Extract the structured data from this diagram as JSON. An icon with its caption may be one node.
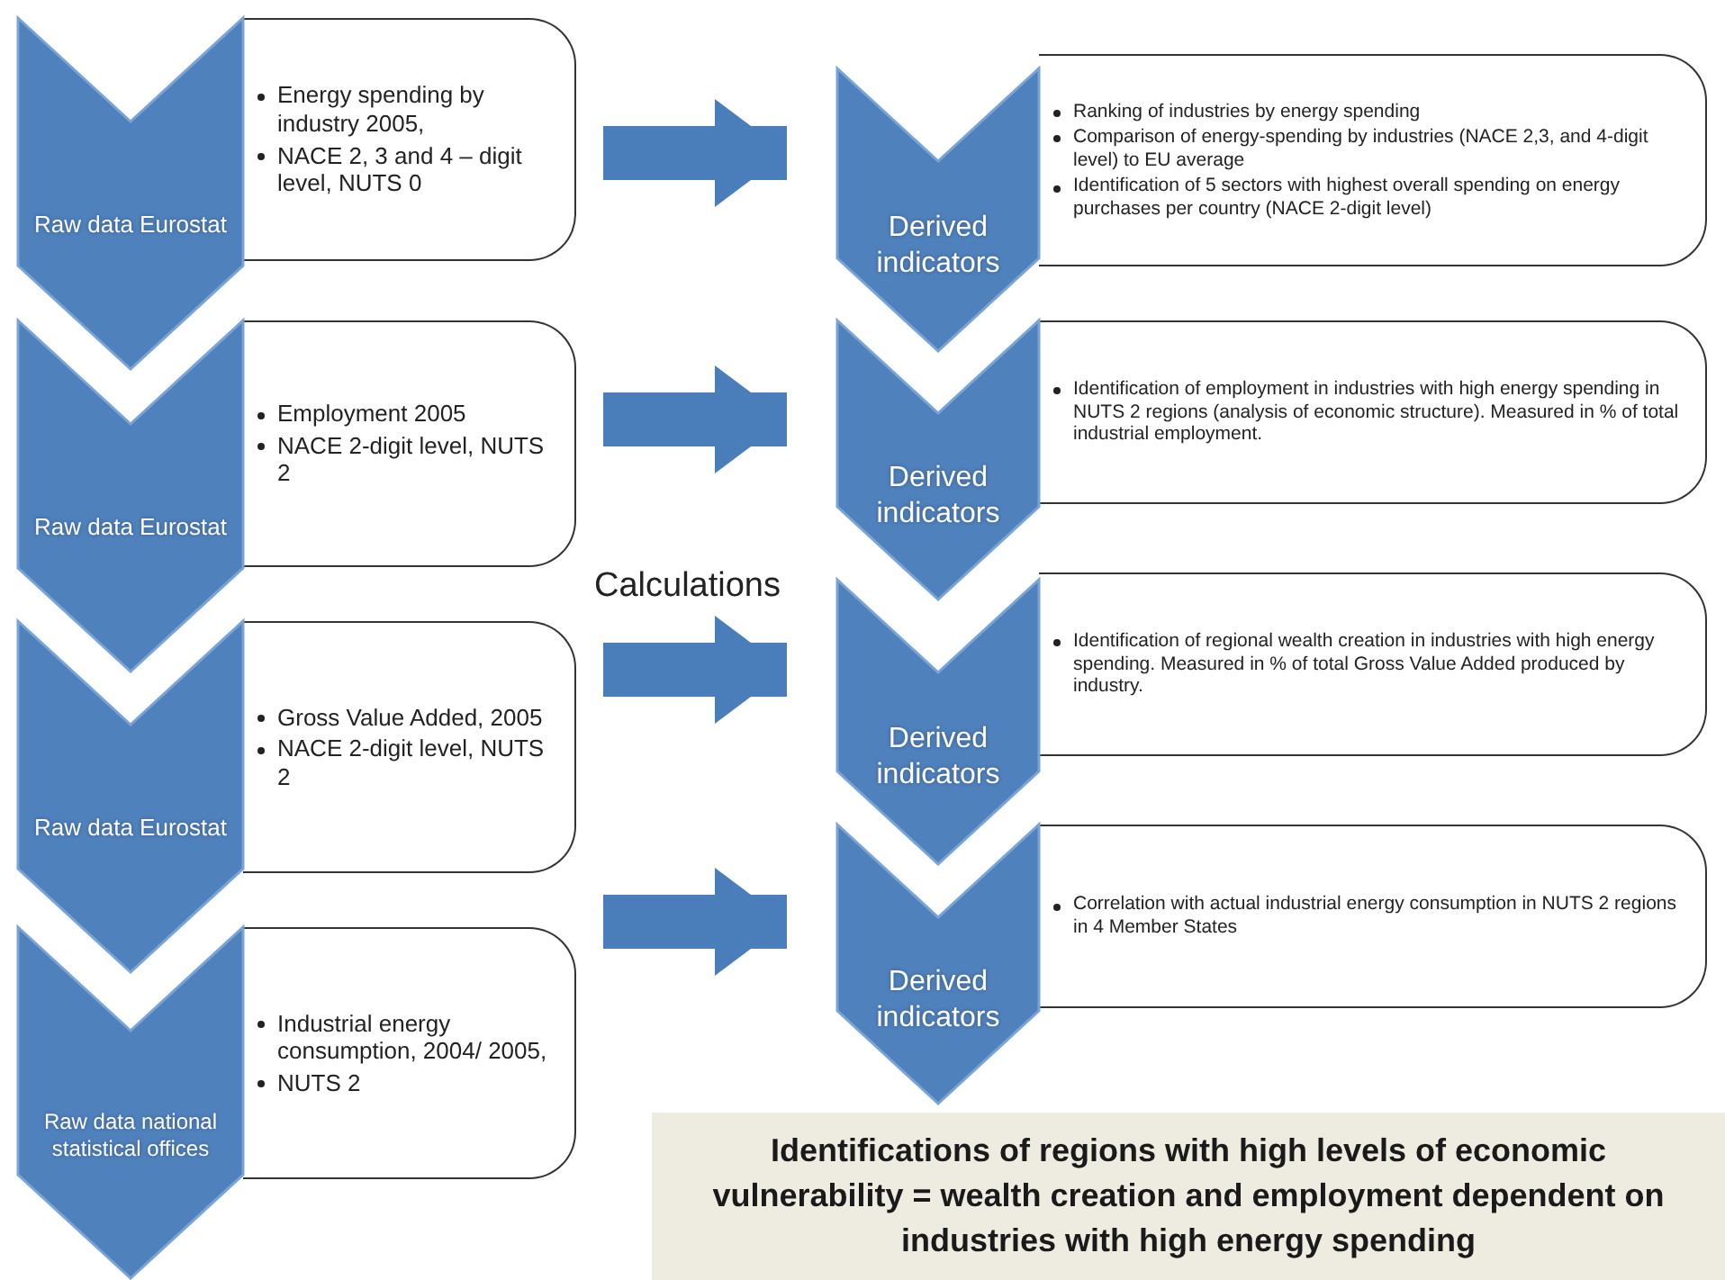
{
  "diagram": {
    "nodes": [
      {
        "text": [
          "Raw data Eurostat"
        ]
      },
      {
        "text": [
          "Energy spending by industry 2005,",
          "NACE 2, 3 and 4 – digit level, NUTS 0"
        ]
      },
      {
        "text": [
          "Derived indicators"
        ]
      },
      {
        "text": [
          "Ranking of industries by energy spending",
          "Comparison of energy-spending by industries (NACE 2,3, and 4-digit level) to EU average",
          "Identification of 5 sectors with highest overall spending on energy purchases per country (NACE 2-digit level)"
        ]
      },
      {
        "text": [
          "Raw data Eurostat"
        ]
      },
      {
        "text": [
          "Employment 2005",
          "NACE 2-digit level, NUTS 2"
        ]
      },
      {
        "text": [
          "Derived indicators"
        ]
      },
      {
        "text": [
          "Identification of employment in industries with high energy spending in NUTS 2 regions (analysis of economic structure). Measured in % of total industrial employment."
        ]
      },
      {
        "text": [
          "Raw data Eurostat"
        ]
      },
      {
        "text": [
          "Gross Value Added, 2005",
          "NACE 2-digit level, NUTS 2"
        ]
      },
      {
        "text": [
          "Derived indicators"
        ]
      },
      {
        "text": [
          "Identification of regional wealth creation in industries with high energy spending. Measured in % of total Gross Value Added produced by industry."
        ]
      },
      {
        "text": [
          "Raw data national statistical offices"
        ]
      },
      {
        "text": [
          "Industrial energy consumption, 2004/ 2005,",
          "NUTS 2"
        ]
      },
      {
        "text": [
          "Derived indicators"
        ]
      },
      {
        "text": [
          "Correlation with actual industrial energy consumption in NUTS 2 regions in 4 Member States"
        ]
      },
      {
        "text": [
          "Identifications of regions with high levels of economic vulnerability = wealth creation and employment dependent on industries with high energy spending"
        ]
      }
    ],
    "edges": [
      {
        "from": 1,
        "to": 2,
        "arrow": "to"
      },
      {
        "from": 5,
        "to": 6,
        "arrow": "to"
      },
      {
        "from": 9,
        "to": 10,
        "arrow": "to"
      },
      {
        "from": 13,
        "to": 14,
        "arrow": "to"
      }
    ],
    "labels": [
      "Calculations"
    ]
  }
}
